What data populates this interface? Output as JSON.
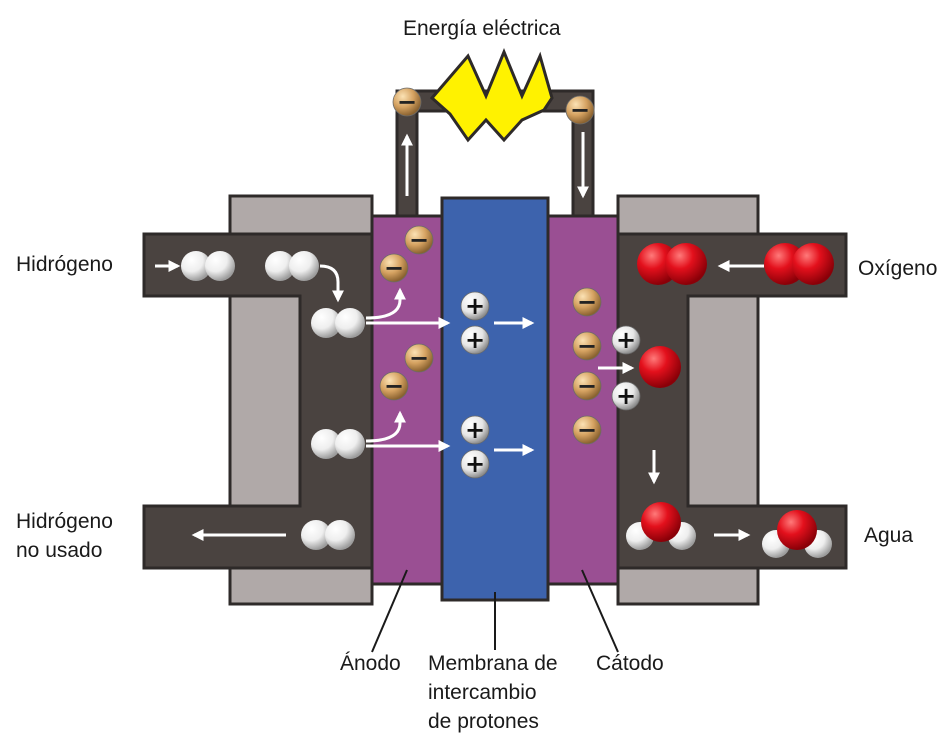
{
  "labels": {
    "electric_energy": "Energía eléctrica",
    "hydrogen_in": "Hidrógeno",
    "unused_hydrogen_line1": "Hidrógeno",
    "unused_hydrogen_line2": "no usado",
    "oxygen": "Oxígeno",
    "water": "Agua",
    "anode": "Ánodo",
    "membrane_line1": "Membrana de",
    "membrane_line2": "intercambio",
    "membrane_line3": "de protones",
    "cathode": "Cátodo"
  },
  "symbols": {
    "electron": "−",
    "proton": "+"
  },
  "colors": {
    "channel": "#4a4340",
    "frame": "#b0a9a8",
    "electrode": "#9a4f93",
    "membrane": "#3d63ad",
    "resistor": "#fff200",
    "electron": "#c99a5c",
    "proton": "#3a3a3a",
    "oxygen_atom": "#e01020",
    "hydrogen_atom": "#f4f4f4"
  },
  "icons": {
    "hydrogen_molecule": "h2-molecule-icon",
    "oxygen_molecule": "o2-molecule-icon",
    "water_molecule": "water-molecule-icon",
    "resistor": "resistor-icon"
  }
}
